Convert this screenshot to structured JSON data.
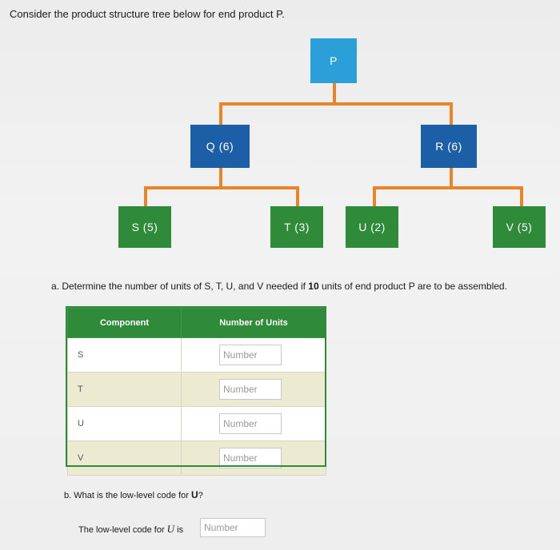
{
  "prompt": "Consider the product structure tree below for end product P.",
  "tree": {
    "p": "P",
    "q": "Q (6)",
    "r": "R (6)",
    "s": "S (5)",
    "t": "T (3)",
    "u": "U (2)",
    "v": "V (5)"
  },
  "colors": {
    "connector": "#e8852a",
    "cyan": "#2a9fd8",
    "blue": "#1d5fa6",
    "green": "#2f8a3a"
  },
  "part_a": {
    "before": "a. Determine the number of units of S, T, U, and V needed if ",
    "bold": "10",
    "after": " units of end product P are to be assembled."
  },
  "table": {
    "headers": [
      "Component",
      "Number of Units"
    ],
    "rows": [
      {
        "component": "S",
        "placeholder": "Number"
      },
      {
        "component": "T",
        "placeholder": "Number"
      },
      {
        "component": "U",
        "placeholder": "Number"
      },
      {
        "component": "V",
        "placeholder": "Number"
      }
    ]
  },
  "part_b": {
    "question_before": "b. What is the low-level code for ",
    "question_var": "U",
    "question_after": "?",
    "answer_before": "The low-level code for ",
    "answer_var": "U",
    "answer_after": " is",
    "placeholder": "Number"
  }
}
